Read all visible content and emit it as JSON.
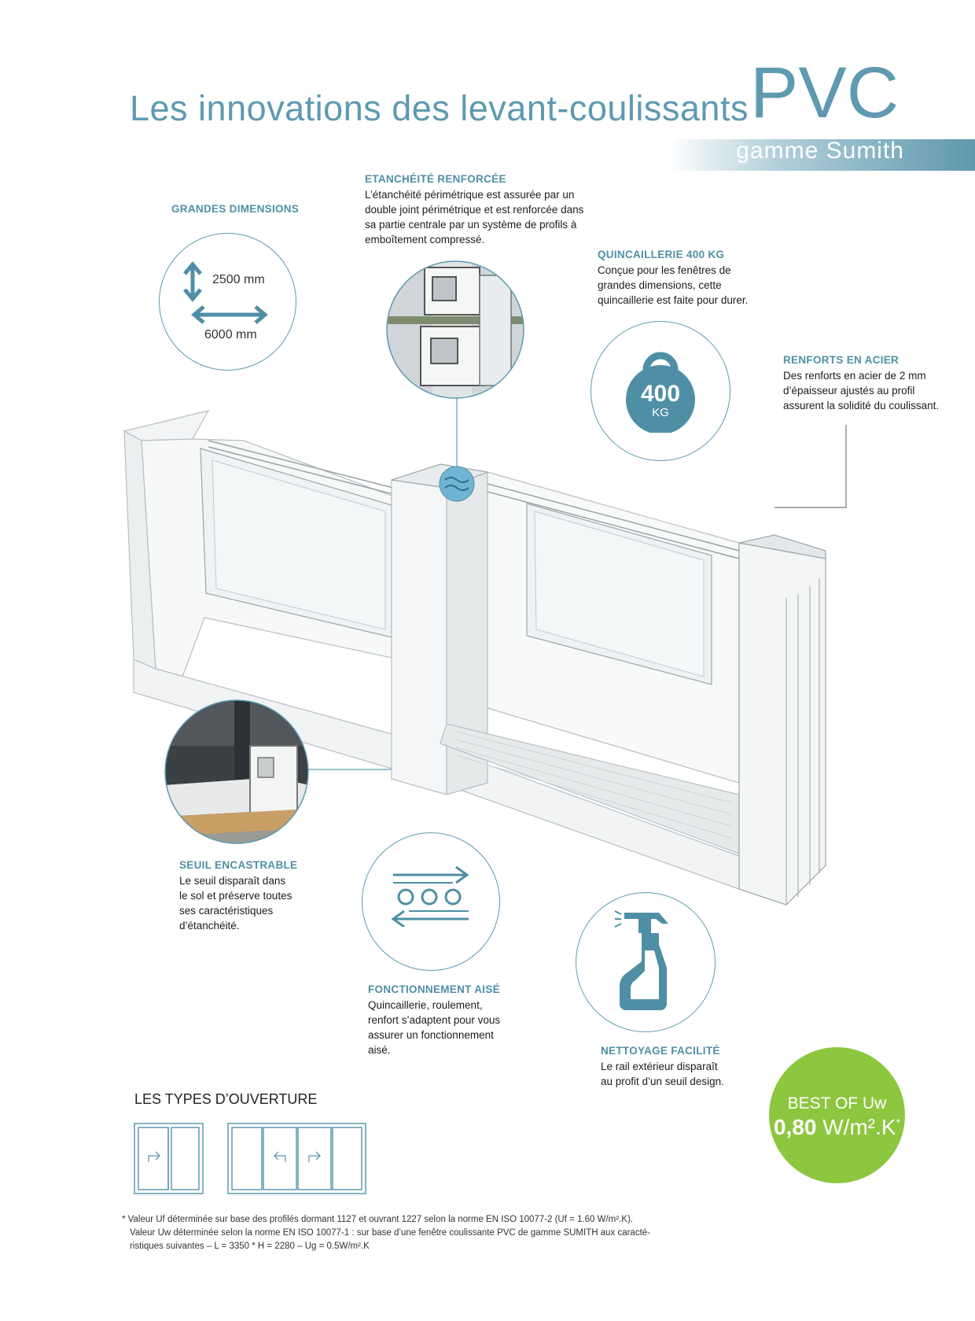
{
  "header": {
    "title": "Les innovations des levant-coulissants",
    "title_accent": "PVC",
    "subtitle": "gamme Sumith"
  },
  "features": {
    "grandes_dimensions": {
      "title": "GRANDES DIMENSIONS",
      "height": "2500 mm",
      "width": "6000 mm"
    },
    "etancheite": {
      "title": "ETANCHÉITÉ RENFORCÉE",
      "lines": [
        "L’étanchéité périmétrique est assurée par un",
        "double joint périmétrique et est renforcée dans",
        "sa partie centrale par un système de profils à",
        "emboîtement compressé."
      ]
    },
    "quincaillerie": {
      "title": "QUINCAILLERIE 400 KG",
      "lines": [
        "Conçue pour les fenêtres de",
        "grandes dimensions, cette",
        "quincaillerie est faite pour durer."
      ],
      "weight_value": "400",
      "weight_unit": "KG"
    },
    "renforts": {
      "title": "RENFORTS EN ACIER",
      "lines": [
        "Des renforts en acier de 2 mm",
        "d’épaisseur ajustés au profil",
        "assurent la solidité du coulissant."
      ]
    },
    "seuil": {
      "title": "SEUIL ENCASTRABLE",
      "lines": [
        "Le seuil disparaît dans",
        "le sol et préserve toutes",
        "ses caractéristiques",
        "d’étanchéité."
      ]
    },
    "fonctionnement": {
      "title": "FONCTIONNEMENT AISÉ",
      "lines": [
        "Quincaillerie, roulement,",
        "renfort s’adaptent pour vous",
        "assurer un fonctionnement",
        "aisé."
      ]
    },
    "nettoyage": {
      "title": "NETTOYAGE FACILITÉ",
      "lines": [
        "Le rail extérieur disparaît",
        "au profit d’un seuil design."
      ]
    }
  },
  "badge": {
    "line1": "BEST OF Uw",
    "value": "0,80",
    "unit": "W/m².K",
    "mark": "*"
  },
  "types": {
    "title": "LES TYPES D’OUVERTURE"
  },
  "footnote": {
    "lines": [
      "* Valeur Uf déterminée sur base des profilés dormant 1127 et ouvrant 1227 selon la norme EN ISO 10077-2 (Uf = 1.60 W/m².K).",
      "Valeur Uw déterminée selon la norme EN ISO 10077-1 : sur base d’une fenêtre coulissante PVC de gamme SUMITH aux caracté-",
      "ristiques suivantes – L = 3350 * H = 2280 – Ug = 0.5W/m².K"
    ]
  },
  "colors": {
    "accent": "#5e9ab1",
    "badge": "#8dc63f"
  },
  "icons": [
    "arrows-dimension-icon",
    "weight-icon",
    "rolling-icon",
    "spray-bottle-icon",
    "profile-section-image",
    "threshold-image",
    "sliding-window-illustration"
  ]
}
